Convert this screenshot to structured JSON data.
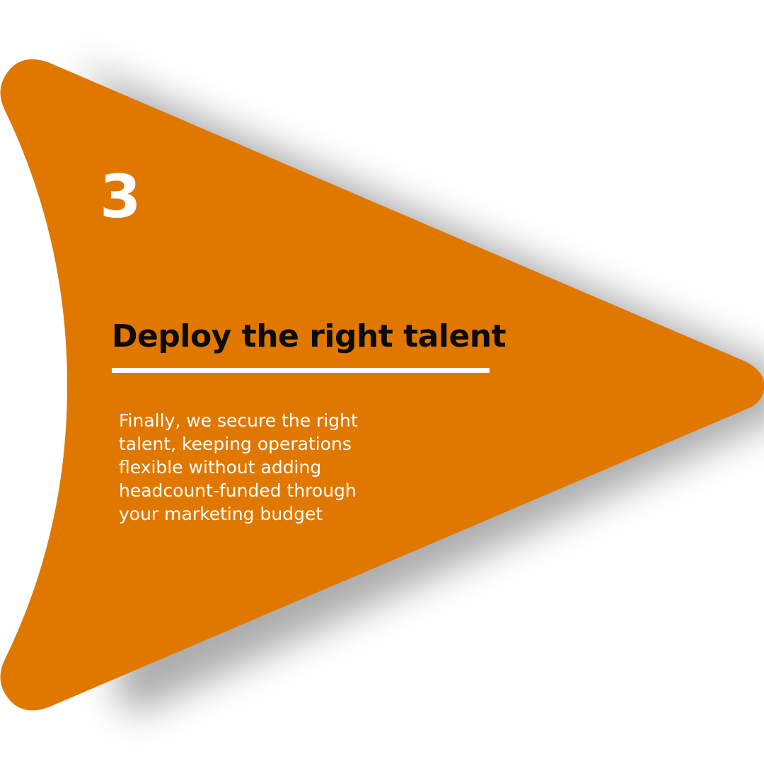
{
  "slide": {
    "number": "3",
    "title": "Deploy the right talent",
    "body": "Finally, we secure the right talent, keeping operations flexible without adding headcount-funded through your marketing budget"
  },
  "colors": {
    "accent": "#E07800",
    "title": "#0B0B0B",
    "text_on_accent": "#FFFFFF",
    "background": "#FFFFFF"
  }
}
